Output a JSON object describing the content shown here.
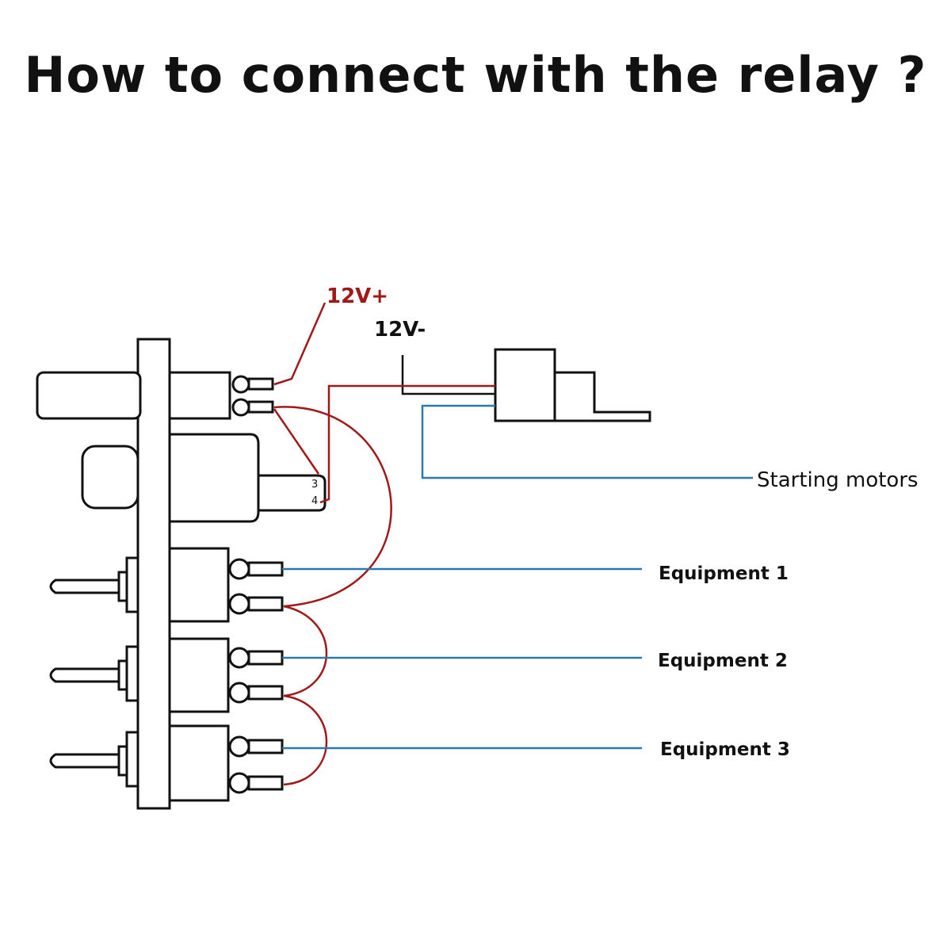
{
  "title": "How to connect with the relay ?",
  "labels": {
    "positive": "12V+",
    "negative": "12V-",
    "starting_motors": "Starting motors",
    "equipment_1": "Equipment 1",
    "equipment_2": "Equipment 2",
    "equipment_3": "Equipment 3",
    "pin_3": "3",
    "pin_4": "4"
  },
  "colors": {
    "red_wire": "#a01818",
    "blue_wire": "#2a7ab0",
    "outline": "#111111",
    "positive_label": "#a01818"
  }
}
